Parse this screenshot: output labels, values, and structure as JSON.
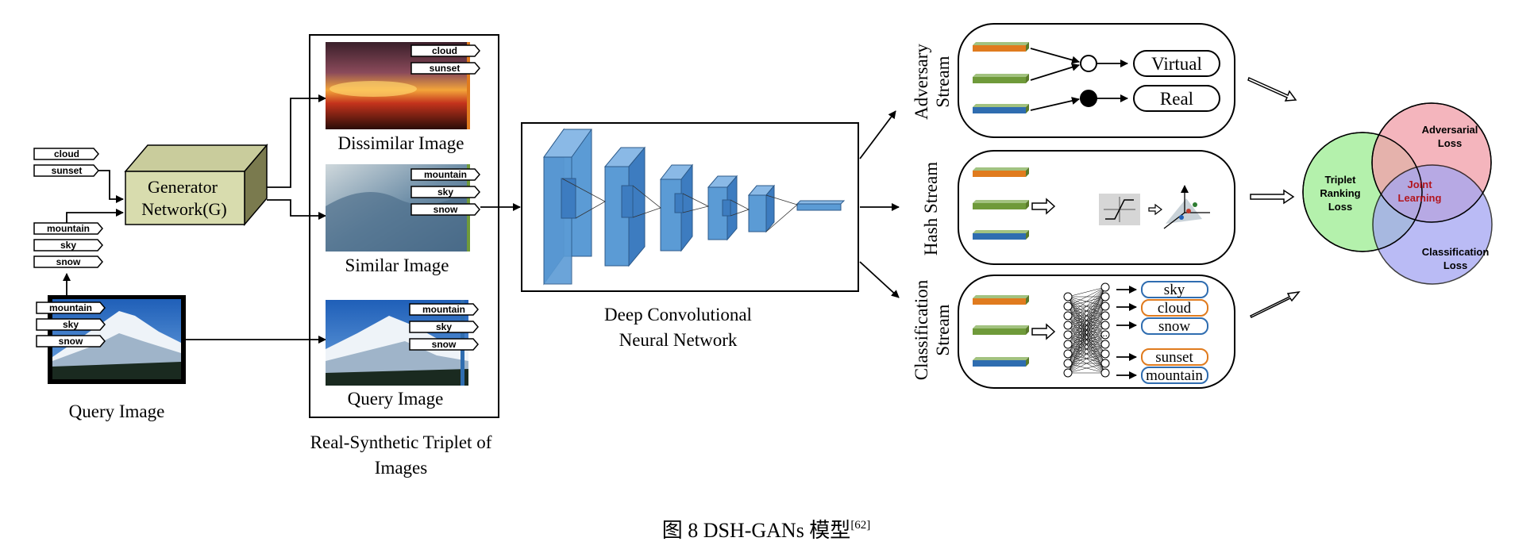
{
  "tags_query": [
    "cloud",
    "sunset",
    "mountain",
    "sky",
    "snow"
  ],
  "tags_query_image": [
    "mountain",
    "sky",
    "snow"
  ],
  "generator": {
    "line1": "Generator",
    "line2": "Network(G)"
  },
  "query_image_label": "Query Image",
  "triplet": {
    "dissimilar_tags": [
      "cloud",
      "sunset"
    ],
    "dissimilar_label": "Dissimilar Image",
    "similar_tags": [
      "mountain",
      "sky",
      "snow"
    ],
    "similar_label": "Similar Image",
    "query_tags": [
      "mountain",
      "sky",
      "snow"
    ],
    "query_label": "Query Image",
    "caption_line1": "Real-Synthetic Triplet of",
    "caption_line2": "Images"
  },
  "cnn": {
    "line1": "Deep Convolutional",
    "line2": "Neural Network"
  },
  "adversary": {
    "label_line1": "Adversary",
    "label_line2": "Stream",
    "virtual": "Virtual",
    "real": "Real"
  },
  "hash": {
    "label": "Hash Stream"
  },
  "classification": {
    "label_line1": "Classification",
    "label_line2": "Stream",
    "outputs": [
      "sky",
      "cloud",
      "snow",
      "sunset",
      "mountain"
    ],
    "dots": "..."
  },
  "venn": {
    "triplet": [
      "Triplet",
      "Ranking",
      "Loss"
    ],
    "adversarial": [
      "Adversarial",
      "Loss"
    ],
    "classification": [
      "Classification",
      "Loss"
    ],
    "joint": [
      "Joint",
      "Learning"
    ]
  },
  "figure_caption": "图 8   DSH-GANs 模型",
  "figure_ref": "[62]",
  "colors": {
    "orange_bar": "#e07b1e",
    "green_bar": "#6f9a3a",
    "blue_bar": "#2f6db0",
    "cnn_blue": "#5b9bd5",
    "generator": "#d8dcae",
    "venn_red": "#f2a3ad",
    "venn_green": "#a8ef9e",
    "venn_blue": "#a3a5f2",
    "joint_text": "#b3161e"
  }
}
